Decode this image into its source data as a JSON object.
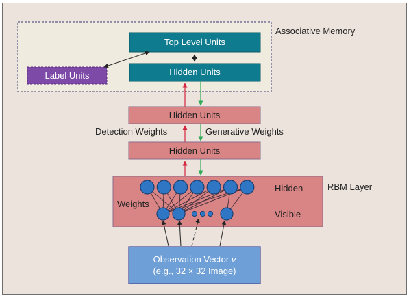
{
  "diagram": {
    "associative_memory": {
      "label": "Associative Memory",
      "top_level_units": "Top Level Units",
      "hidden_units": "Hidden Units",
      "label_units": "Label Units"
    },
    "stack": {
      "hidden_units_1": "Hidden Units",
      "hidden_units_2": "Hidden Units",
      "detection_weights": "Detection Weights",
      "generative_weights": "Generative Weights"
    },
    "rbm": {
      "label": "RBM Layer",
      "hidden_label": "Hidden",
      "visible_label": "Visible",
      "weights_label": "Weights",
      "hidden_node_count": 7,
      "visible_node_count": 3
    },
    "observation": {
      "line1": "Observation Vector ",
      "var": "v",
      "line2": "(e.g., 32 × 32 Image)"
    },
    "colors": {
      "background": "#ece3dd",
      "assoc_box": "#efebdf",
      "teal": "#0e7b8e",
      "purple": "#7d4aa8",
      "pink": "#d98585",
      "node_blue": "#2f76c4",
      "obs_blue": "#6e9fd6",
      "red_arrow": "#d42640",
      "green_arrow": "#2faa55"
    }
  }
}
